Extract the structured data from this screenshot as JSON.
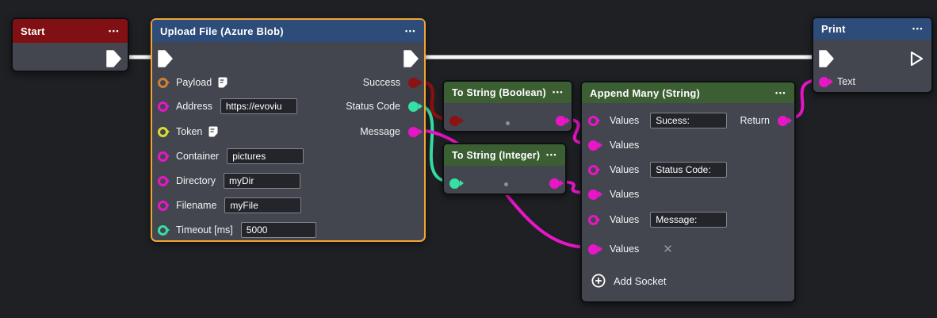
{
  "ui": {
    "menu_dots": "•••",
    "close_icon": "✕"
  },
  "colors": {
    "canvas_bg": "#1e2024",
    "node_body": "#43464e",
    "header_red": "#811014",
    "header_blue": "#2d4c79",
    "header_green": "#3b5e33",
    "selection_orange": "#f2a434",
    "exec_wire": "#ffffff",
    "type_magenta": "#e916c8",
    "type_dark_red": "#8e1113",
    "type_teal": "#35e0a4",
    "type_orange": "#cd8033",
    "type_yellow": "#d9dd31"
  },
  "nodes": {
    "start": {
      "title": "Start"
    },
    "upload": {
      "title": "Upload File (Azure Blob)",
      "payload_label": "Payload",
      "address_label": "Address",
      "address_value": "https://evoviu",
      "token_label": "Token",
      "container_label": "Container",
      "container_value": "pictures",
      "directory_label": "Directory",
      "directory_value": "myDir",
      "filename_label": "Filename",
      "filename_value": "myFile",
      "timeout_label": "Timeout [ms]",
      "timeout_value": "5000",
      "success_label": "Success",
      "status_code_label": "Status Code",
      "message_label": "Message"
    },
    "to_string_boolean": {
      "title": "To String (Boolean)"
    },
    "to_string_integer": {
      "title": "To String (Integer)"
    },
    "append": {
      "title": "Append Many (String)",
      "values_label": "Values",
      "return_label": "Return",
      "socket1_value": "Sucess:",
      "socket3_value": "Status Code:",
      "socket5_value": "Message:",
      "add_socket_label": "Add Socket"
    },
    "print": {
      "title": "Print",
      "text_label": "Text"
    }
  }
}
